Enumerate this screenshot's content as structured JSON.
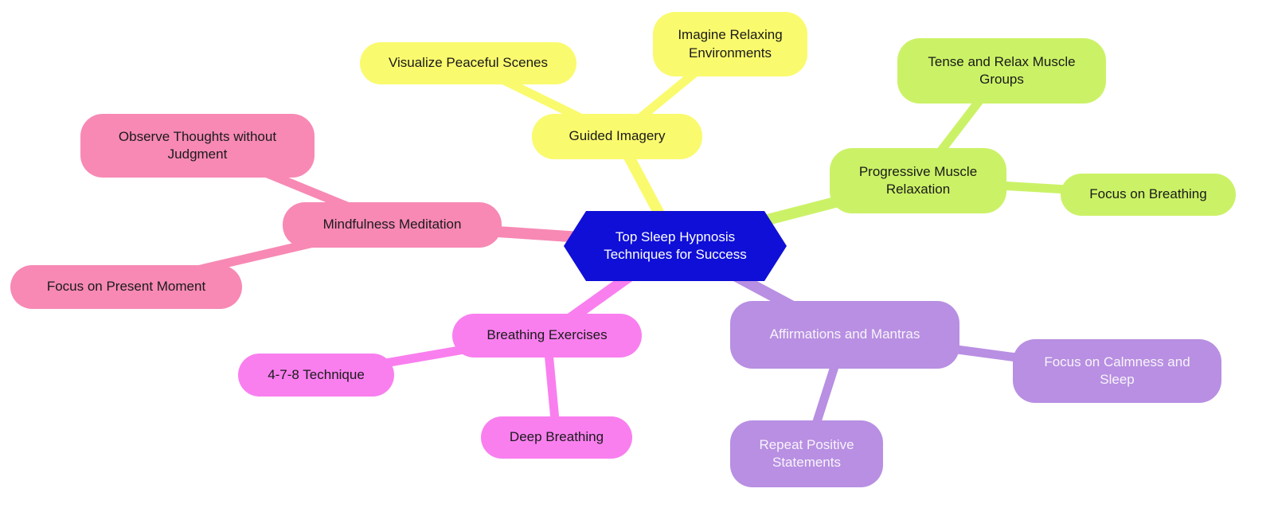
{
  "diagram": {
    "type": "mindmap",
    "canvas_background": "#FFFFFF",
    "text_dark": "#1A1A1A",
    "root": {
      "label": "Top Sleep Hypnosis Techniques for Success",
      "shape": "hexagon",
      "color": "#0F0FD7",
      "text_color": "#FFFFFF"
    },
    "branches": [
      {
        "label": "Guided Imagery",
        "color": "#FAFA6E",
        "text_color": "#1A1A1A",
        "children": [
          {
            "label": "Visualize Peaceful Scenes"
          },
          {
            "label": "Imagine Relaxing Environments"
          }
        ]
      },
      {
        "label": "Progressive Muscle Relaxation",
        "color": "#CBF266",
        "text_color": "#1A1A1A",
        "children": [
          {
            "label": "Tense and Relax Muscle Groups"
          },
          {
            "label": "Focus on Breathing"
          }
        ]
      },
      {
        "label": "Mindfulness Meditation",
        "color": "#F789B4",
        "text_color": "#1A1A1A",
        "children": [
          {
            "label": "Observe Thoughts without Judgment"
          },
          {
            "label": "Focus on Present Moment"
          }
        ]
      },
      {
        "label": "Breathing Exercises",
        "color": "#F97FEF",
        "text_color": "#1A1A1A",
        "children": [
          {
            "label": "4-7-8 Technique"
          },
          {
            "label": "Deep Breathing"
          }
        ]
      },
      {
        "label": "Affirmations and Mantras",
        "color": "#B88FE2",
        "text_color": "#F7F4FB",
        "children": [
          {
            "label": "Focus on Calmness and Sleep"
          },
          {
            "label": "Repeat Positive Statements"
          }
        ]
      }
    ]
  }
}
